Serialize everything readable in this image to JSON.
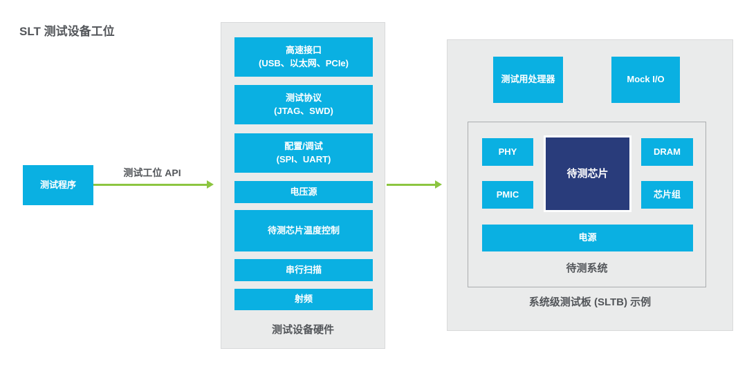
{
  "title": "SLT 测试设备工位",
  "colors": {
    "cyan": "#0ab0e2",
    "navy": "#293c7b",
    "green": "#8cc540",
    "panel_bg": "#eaebeb",
    "panel_border": "#d8d9da",
    "board_border": "#aaacae",
    "text_dark": "#53565a"
  },
  "flow": {
    "program_box": "测试程序",
    "api_arrow_label": "测试工位 API"
  },
  "equipment_panel": {
    "label": "测试设备硬件",
    "boxes": [
      {
        "line1": "高速接口",
        "line2": "(USB、以太网、PCIe)"
      },
      {
        "line1": "测试协议",
        "line2": "(JTAG、SWD)"
      },
      {
        "line1": "配置/调试",
        "line2": "(SPI、UART)"
      },
      {
        "line1": "电压源"
      },
      {
        "line1": "待测芯片温度控制"
      },
      {
        "line1": "串行扫描"
      },
      {
        "line1": "射频"
      }
    ]
  },
  "sltb_panel": {
    "label": "系统级测试板 (SLTB) 示例",
    "processor_box": "测试用处理器",
    "mock_io_box": "Mock I/O",
    "dut_system": {
      "label": "待测系统",
      "phy": "PHY",
      "pmic": "PMIC",
      "dut": "待测芯片",
      "dram": "DRAM",
      "chipset": "芯片组",
      "power": "电源"
    }
  }
}
